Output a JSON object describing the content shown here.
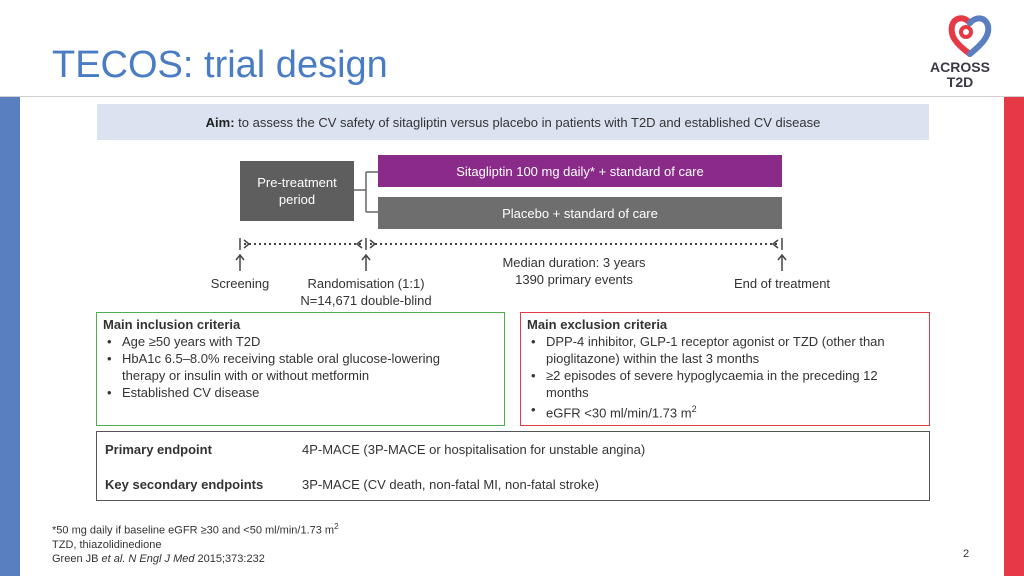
{
  "header": {
    "title": "TECOS: trial design",
    "logo_line1": "ACROSS",
    "logo_line2": "T2D"
  },
  "aim": {
    "label": "Aim:",
    "text": " to assess the CV safety of sitagliptin versus placebo in patients with T2D and established CV disease"
  },
  "design": {
    "pretreatment": "Pre-treatment period",
    "arm_sitagliptin": "Sitagliptin 100 mg daily* + standard of care",
    "arm_placebo": "Placebo + standard of care",
    "screening": "Screening",
    "randomisation": "Randomisation (1:1)",
    "randomisation_n": "N=14,671 double-blind",
    "median_duration": "Median duration: 3 years",
    "primary_events": "1390 primary events",
    "end_of_treatment": "End of treatment"
  },
  "inclusion": {
    "heading": "Main inclusion criteria",
    "items": [
      "Age ≥50 years with T2D",
      "HbA1c 6.5–8.0% receiving stable oral glucose-lowering therapy or insulin with or without metformin",
      "Established CV disease"
    ]
  },
  "exclusion": {
    "heading": "Main exclusion criteria",
    "items": [
      "DPP-4 inhibitor, GLP-1 receptor agonist or TZD (other than pioglitazone) within the last 3 months",
      "≥2 episodes of severe hypoglycaemia in the preceding 12 months",
      "eGFR <30 ml/min/1.73 m"
    ],
    "egfr_sup": "2"
  },
  "endpoints": {
    "primary_label": "Primary endpoint",
    "primary_value": "4P-MACE (3P-MACE or hospitalisation for unstable angina)",
    "secondary_label": "Key secondary endpoints",
    "secondary_value": "3P-MACE (CV death, non-fatal MI, non-fatal stroke)"
  },
  "footnotes": {
    "line1": "*50 mg daily if baseline eGFR ≥30 and <50 ml/min/1.73 m",
    "line1_sup": "2",
    "line2": "TZD, thiazolidinedione",
    "ref_author": "Green JB ",
    "ref_etal": "et al. N Engl J Med",
    "ref_rest": " 2015;373:232"
  },
  "page_number": "2",
  "colors": {
    "title": "#4a7cc4",
    "sitagliptin_arm": "#8a2b8a",
    "placebo_arm": "#6e6e6e",
    "inclusion_border": "#4caf50",
    "exclusion_border": "#e63946"
  }
}
